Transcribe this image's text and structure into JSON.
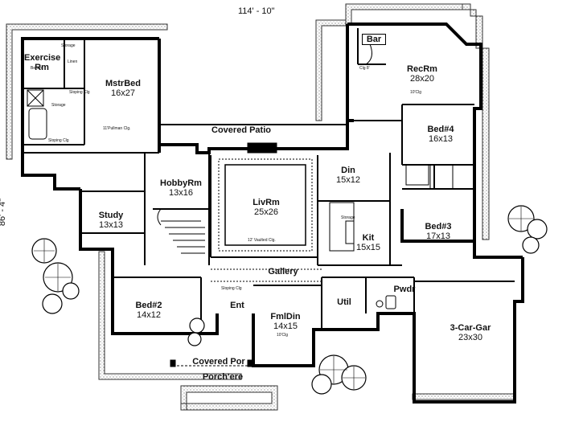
{
  "dimensions": {
    "width": "114' - 10\"",
    "depth": "86' - 4\""
  },
  "rooms": {
    "master_bed": {
      "name": "MstrBed",
      "size": "16x27"
    },
    "exercise": {
      "name": "Exercise Rm"
    },
    "hobby": {
      "name": "HobbyRm",
      "size": "13x16"
    },
    "study": {
      "name": "Study",
      "size": "13x13"
    },
    "living": {
      "name": "LivRm",
      "size": "25x26"
    },
    "dining": {
      "name": "Din",
      "size": "15x12"
    },
    "kitchen": {
      "name": "Kit",
      "size": "15x15"
    },
    "recreation": {
      "name": "RecRm",
      "size": "28x20"
    },
    "bar": {
      "name": "Bar"
    },
    "bed4": {
      "name": "Bed#4",
      "size": "16x13"
    },
    "bed3": {
      "name": "Bed#3",
      "size": "17x13"
    },
    "bed2": {
      "name": "Bed#2",
      "size": "14x12"
    },
    "family_dining": {
      "name": "FmlDin",
      "size": "14x15"
    },
    "utility": {
      "name": "Util"
    },
    "powder": {
      "name": "Pwdr"
    },
    "garage": {
      "name": "3-Car-Gar",
      "size": "23x30"
    },
    "covered_patio": {
      "name": "Covered Patio"
    },
    "gallery": {
      "name": "Gallery"
    },
    "entry": {
      "name": "Ent"
    },
    "covered_porch": {
      "name": "Covered Por"
    },
    "porte_cochere": {
      "name": "Porch'ere"
    }
  },
  "notes": {
    "master_ceiling": "11'Pullman Clg.",
    "living_ceiling": "12' Vaulted Clg.",
    "rec_ceiling": "10'Clg",
    "fmldin_ceiling": "10'Clg",
    "bar_ceiling": "Clg 8'",
    "sloping_clg_1": "Sloping Clg",
    "sloping_clg_2": "Sloping Clg",
    "sloping_clg_3": "Sloping Clg",
    "storage": "Storage",
    "bench": "Bench",
    "linen": "Linen",
    "storage2": "Storage",
    "storage3": "Storage"
  }
}
